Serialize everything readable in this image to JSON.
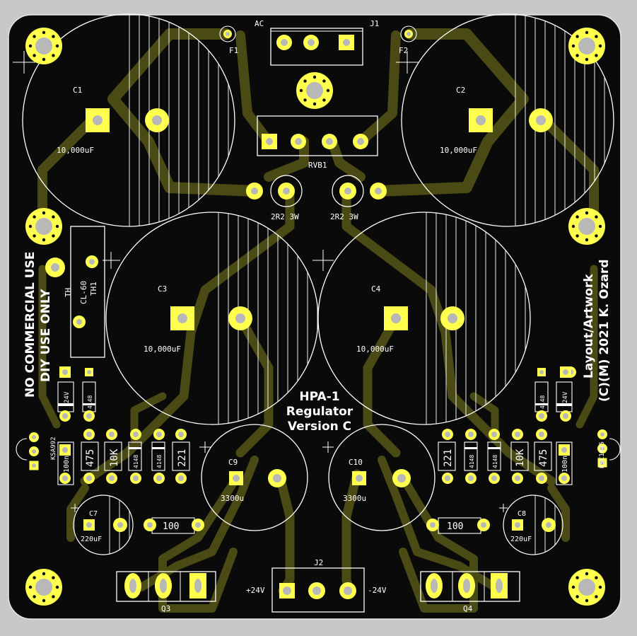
{
  "board": {
    "title_lines": [
      "HPA-1",
      "Regulator",
      "Version C"
    ],
    "left_notice": [
      "NO COMMERCIAL USE",
      "DIY USE ONLY"
    ],
    "right_credit": [
      "Layout/Artwork",
      "(C)(M) 2021 K. Ozard"
    ]
  },
  "components": {
    "ac": "AC",
    "j1": "J1",
    "f1": "F1",
    "f2": "F2",
    "rvb1": "RVB1",
    "c1": "C1",
    "c2": "C2",
    "c3": "C3",
    "c4": "C4",
    "c1_val": "10,000uF",
    "c2_val": "10,000uF",
    "c3_val": "10,000uF",
    "c4_val": "10,000uF",
    "r_left": "2R2 3W",
    "r_right": "2R2 3W",
    "th": "TH",
    "cl60": "CL-60",
    "th1": "TH1",
    "c9": "C9",
    "c10": "C10",
    "c9_val": "3300u",
    "c10_val": "3300u",
    "c7": "C7",
    "c8": "C8",
    "c7_val": "220uF",
    "c8_val": "220uF",
    "r100_left": "100",
    "r100_right": "100",
    "j2": "J2",
    "plus24": "+24V",
    "minus24": "-24V",
    "q3": "Q3",
    "q4": "Q4",
    "ksa992": "KSA992",
    "ksc1845": "KSC1845",
    "cap100n_l": "100n",
    "cap100n_r": "100n",
    "r475_l": "475",
    "r475_r": "475",
    "r10k_l": "10K",
    "r10k_r": "10K",
    "r221_l": "221",
    "r221_r": "221",
    "d4148_a": "4148",
    "d4148_b": "4148",
    "d4148_c": "4148",
    "d4148_d": "4148",
    "d4148_e": "4148",
    "d4148_f": "4148",
    "z24_l": "24V",
    "z24_r": "24V"
  },
  "colors": {
    "board": "#0a0a0a",
    "copper": "#4a4a14",
    "pad": "#ffff4d",
    "drill": "#b8b8b8",
    "background": "#c8c8c8"
  }
}
